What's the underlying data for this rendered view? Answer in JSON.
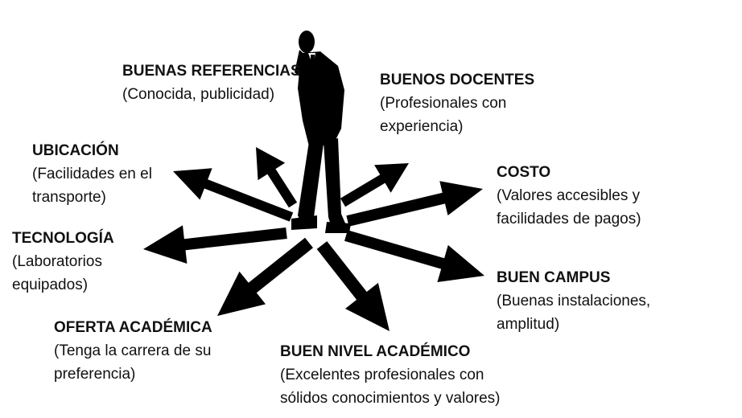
{
  "colors": {
    "ink": "#000000",
    "text": "#111111",
    "background": "#ffffff"
  },
  "center_figure": {
    "icon": "businessman-icon"
  },
  "factors": [
    {
      "id": "buenas-referencias",
      "title": "BUENAS REFERENCIAS",
      "desc": [
        "(Conocida, publicidad)"
      ]
    },
    {
      "id": "buenos-docentes",
      "title": "BUENOS DOCENTES",
      "desc": [
        "(Profesionales con",
        "experiencia)"
      ]
    },
    {
      "id": "ubicacion",
      "title": "UBICACIÓN",
      "desc": [
        "(Facilidades en el",
        "transporte)"
      ]
    },
    {
      "id": "costo",
      "title": "COSTO",
      "desc": [
        "(Valores accesibles y",
        "facilidades de pagos)"
      ]
    },
    {
      "id": "tecnologia",
      "title": "TECNOLOGÍA",
      "desc": [
        "(Laboratorios",
        "equipados)"
      ]
    },
    {
      "id": "buen-campus",
      "title": "BUEN CAMPUS",
      "desc": [
        "(Buenas instalaciones,",
        "amplitud)"
      ]
    },
    {
      "id": "oferta-academica",
      "title": "OFERTA ACADÉMICA",
      "desc": [
        "(Tenga la carrera de su",
        "preferencia)"
      ]
    },
    {
      "id": "buen-nivel-academico",
      "title": "BUEN NIVEL ACADÉMICO",
      "desc": [
        "(Excelentes profesionales con",
        "sólidos conocimientos y valores)"
      ]
    }
  ]
}
